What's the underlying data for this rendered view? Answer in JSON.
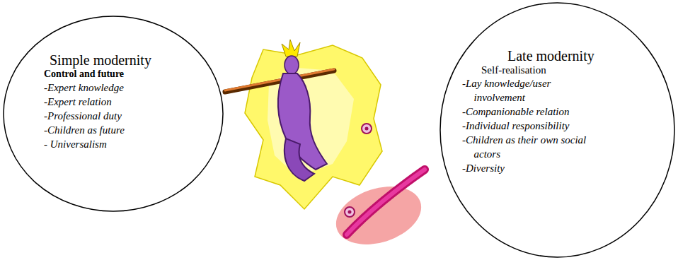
{
  "diagram": {
    "nodes": [
      {
        "text": [
          "Simple modernity",
          "Control and future",
          "-Expert knowledge",
          "-Expert relation",
          "-Professional duty",
          "-Children as future",
          "- Universalism"
        ]
      },
      {
        "text": [
          "Late modernity",
          "Self-realisation",
          "-Lay knowledge/user involvement",
          "-Companionable relation",
          "-Individual responsibility",
          "-Children as their own social actors",
          "-Diversity"
        ]
      }
    ]
  }
}
